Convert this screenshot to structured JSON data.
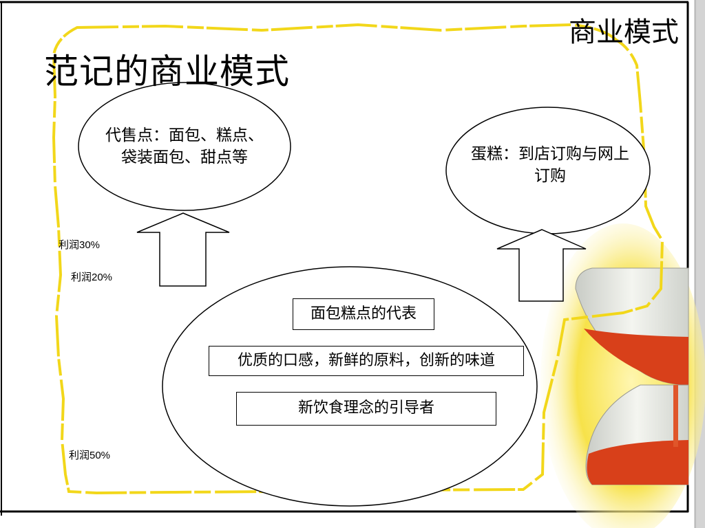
{
  "section_title": "商业模式",
  "main_title": "范记的商业模式",
  "left_ellipse": {
    "line1": "代售点：面包、糕点、",
    "line2": "袋装面包、甜点等"
  },
  "right_ellipse": {
    "line1": "蛋糕：到店订购与网上",
    "line2": "订购"
  },
  "profits": {
    "p30": "利润30%",
    "p20": "利润20%",
    "p50": "利润50%"
  },
  "core": {
    "box1": "面包糕点的代表",
    "box2": "优质的口感，新鲜的原料，创新的味道",
    "box3": "新饮食理念的引导者"
  },
  "colors": {
    "border_yellow": "#f2d71a",
    "hourglass_sand": "#d8401a",
    "frame": "#000000"
  }
}
